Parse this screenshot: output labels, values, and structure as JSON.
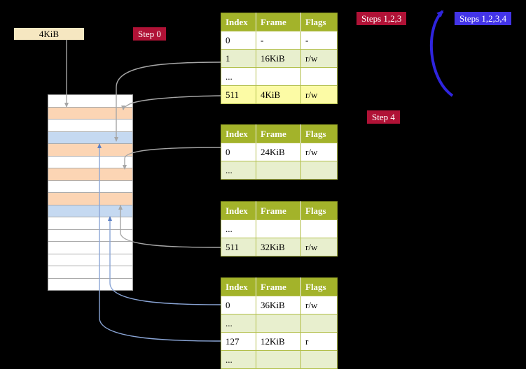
{
  "labels": {
    "cr3_frame": "4KiB",
    "step_0": "Step 0",
    "steps_1_2_3": "Steps 1,2,3",
    "steps_1_2_3_4": "Steps 1,2,3,4",
    "step_4": "Step 4"
  },
  "page_tables": [
    {
      "columns": [
        "Index",
        "Frame",
        "Flags"
      ],
      "rows": [
        [
          "0",
          "-",
          "-"
        ],
        [
          "1",
          "16KiB",
          "r/w"
        ],
        [
          "...",
          "",
          ""
        ],
        [
          "511",
          "4KiB",
          "r/w"
        ]
      ],
      "highlighted_row_index": 3
    },
    {
      "columns": [
        "Index",
        "Frame",
        "Flags"
      ],
      "rows": [
        [
          "0",
          "24KiB",
          "r/w"
        ],
        [
          "...",
          "",
          ""
        ]
      ]
    },
    {
      "columns": [
        "Index",
        "Frame",
        "Flags"
      ],
      "rows": [
        [
          "...",
          "",
          ""
        ],
        [
          "511",
          "32KiB",
          "r/w"
        ]
      ]
    },
    {
      "columns": [
        "Index",
        "Frame",
        "Flags"
      ],
      "rows": [
        [
          "0",
          "36KiB",
          "r/w"
        ],
        [
          "...",
          "",
          ""
        ],
        [
          "127",
          "12KiB",
          "r"
        ],
        [
          "...",
          "",
          ""
        ]
      ]
    }
  ],
  "memory_column": {
    "rows": [
      "plain",
      "table",
      "plain",
      "page",
      "table",
      "plain",
      "table",
      "plain",
      "table",
      "page",
      "plain",
      "plain",
      "plain",
      "plain",
      "plain",
      "plain"
    ]
  },
  "colors": {
    "background": "#000000",
    "step_badge_crimson": "#b01236",
    "steps_badge_blue": "#4334e8",
    "table_header_olive": "#a3b32a",
    "row_alt_green": "#e8efce",
    "highlight_yellow": "#fcfba5",
    "frame_page_table_peach": "#fcd5b4",
    "frame_mapped_page_blue": "#c5d9f1",
    "cr3_box_beige": "#f6e7c1",
    "gray_arrow": "#a6a6a6",
    "blue_arrow": "#7d9bd2",
    "loop_arrow_blue": "#2f24de"
  }
}
